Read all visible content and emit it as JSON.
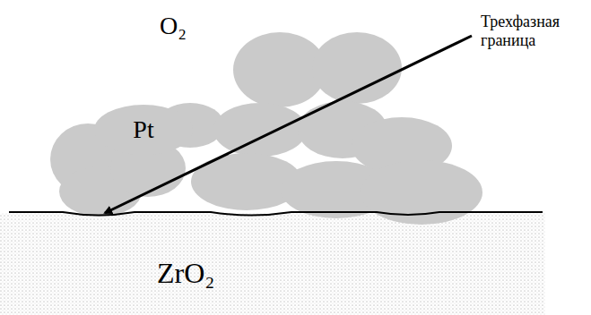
{
  "diagram": {
    "nodes": [
      {
        "text": [
          "Pt"
        ]
      },
      {
        "text": [
          "ZrO₂"
        ]
      }
    ],
    "labels": [
      "O₂",
      "Трехфазная граница"
    ]
  }
}
